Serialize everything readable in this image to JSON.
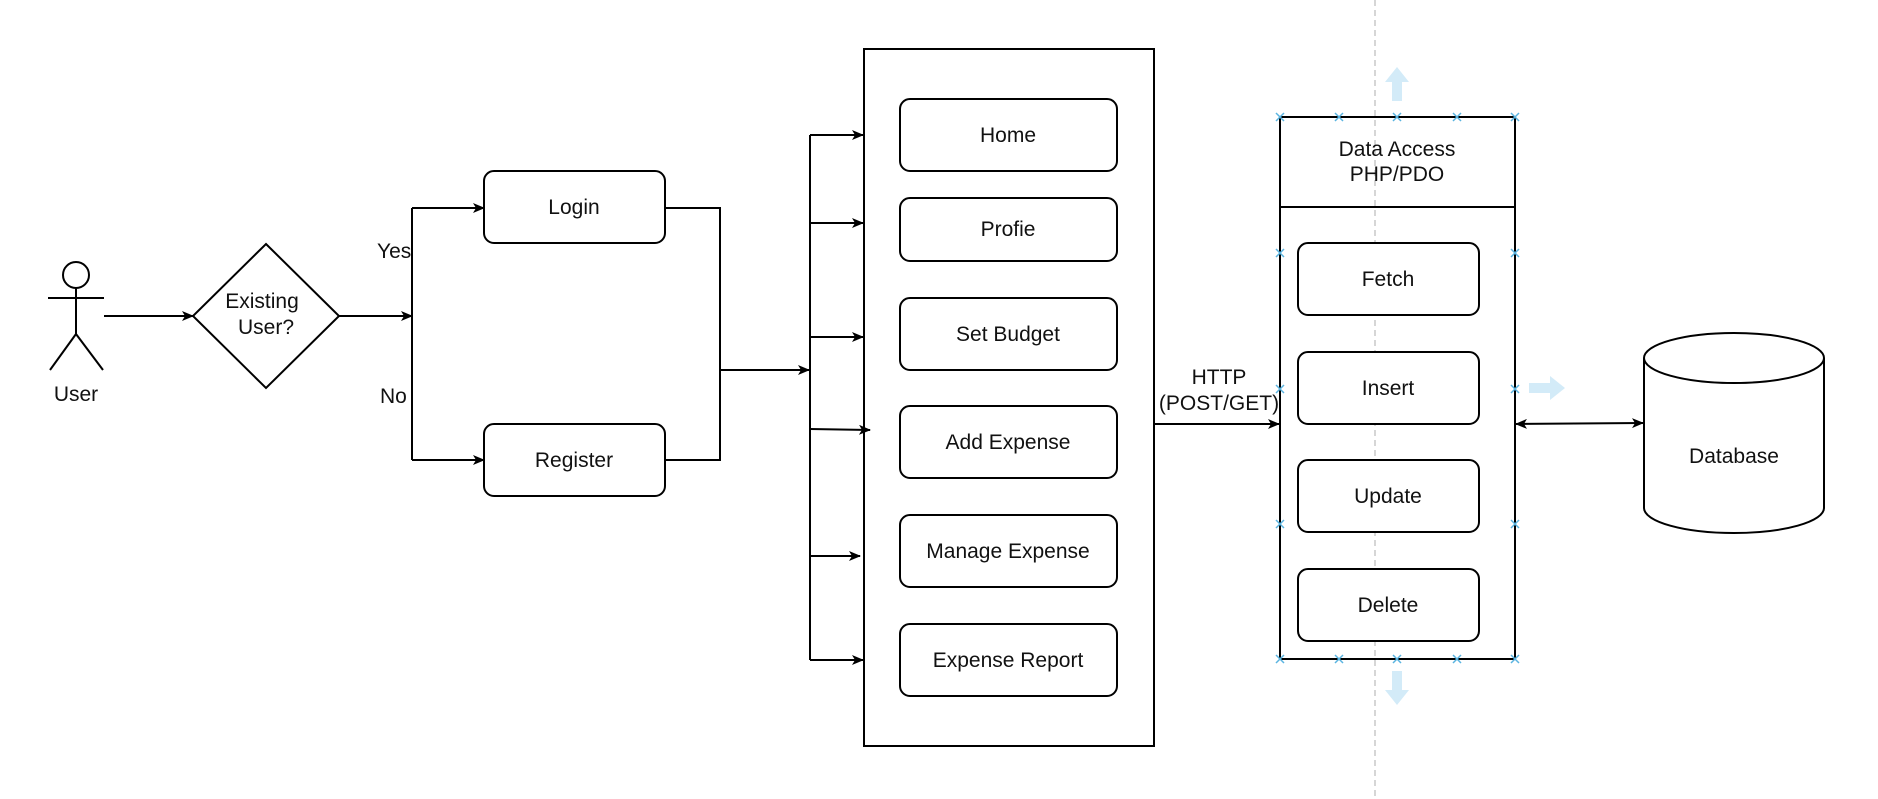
{
  "diagram": {
    "actor": {
      "label": "User"
    },
    "decision": {
      "line1": "Existing",
      "line2": "User?"
    },
    "branches": {
      "yes_label": "Yes",
      "no_label": "No"
    },
    "auth": {
      "login": "Login",
      "register": "Register"
    },
    "app_pages": [
      "Home",
      "Profie",
      "Set Budget",
      "Add Expense",
      "Manage Expense",
      "Expense Report"
    ],
    "http_label": {
      "line1": "HTTP",
      "line2": "(POST/GET)"
    },
    "data_access": {
      "title_line1": "Data Access",
      "title_line2": "PHP/PDO",
      "operations": [
        "Fetch",
        "Insert",
        "Update",
        "Delete"
      ]
    },
    "database": {
      "label": "Database"
    }
  },
  "colors": {
    "stroke": "#000000",
    "text": "#111111",
    "selection_handle": "#5ab4e0",
    "selection_arrow": "#d3ebf8",
    "guide_line": "#c8c8c8"
  }
}
